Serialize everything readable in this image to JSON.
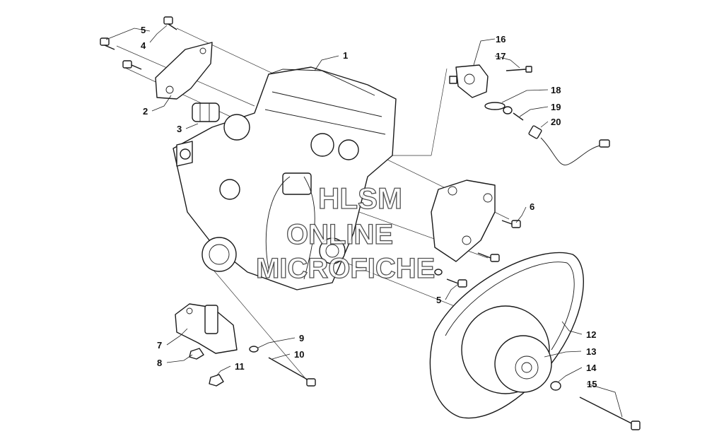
{
  "callouts": [
    {
      "num": "1"
    },
    {
      "num": "2"
    },
    {
      "num": "3"
    },
    {
      "num": "4"
    },
    {
      "num": "5"
    },
    {
      "num": "6"
    },
    {
      "num": "7"
    },
    {
      "num": "8"
    },
    {
      "num": "9"
    },
    {
      "num": "10"
    },
    {
      "num": "11"
    },
    {
      "num": "12"
    },
    {
      "num": "13"
    },
    {
      "num": "14"
    },
    {
      "num": "15"
    },
    {
      "num": "16"
    },
    {
      "num": "17"
    },
    {
      "num": "18"
    },
    {
      "num": "19"
    },
    {
      "num": "20"
    },
    {
      "num": "5"
    }
  ],
  "watermark": {
    "line1": "HLSM",
    "line2": "ONLINE",
    "line3": "MICROFICHE"
  }
}
